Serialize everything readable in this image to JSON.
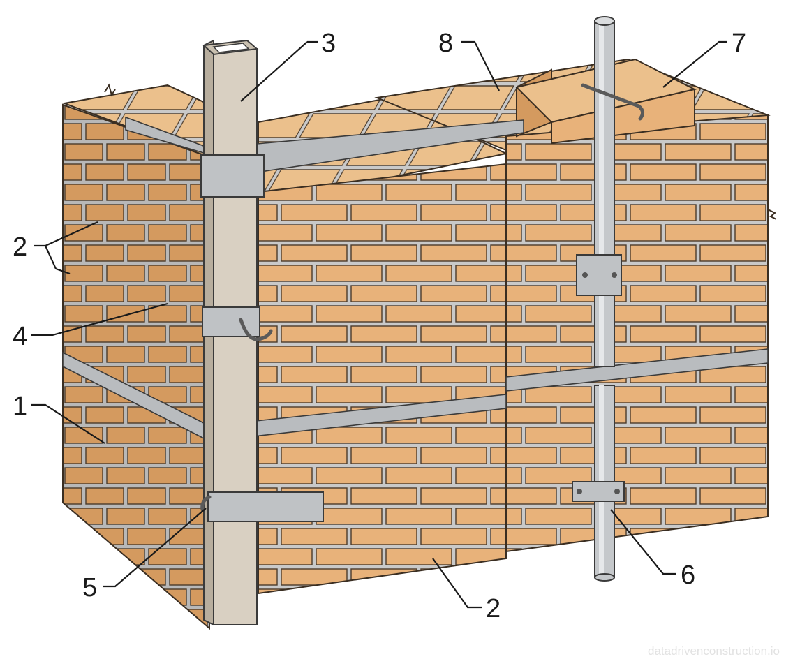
{
  "callouts": {
    "c1": "1",
    "c2_left": "2",
    "c2_bottom": "2",
    "c3": "3",
    "c4": "4",
    "c5": "5",
    "c6": "6",
    "c7": "7",
    "c8": "8"
  },
  "watermark": "datadrivenconstruction.io",
  "colors": {
    "brick": "#E8B27A",
    "brick_top": "#EBC08C",
    "brick_side": "#D49A5F",
    "mortar": "#C9C9C9",
    "steel": "#B9BCBF",
    "post": "#D9D0C2"
  }
}
